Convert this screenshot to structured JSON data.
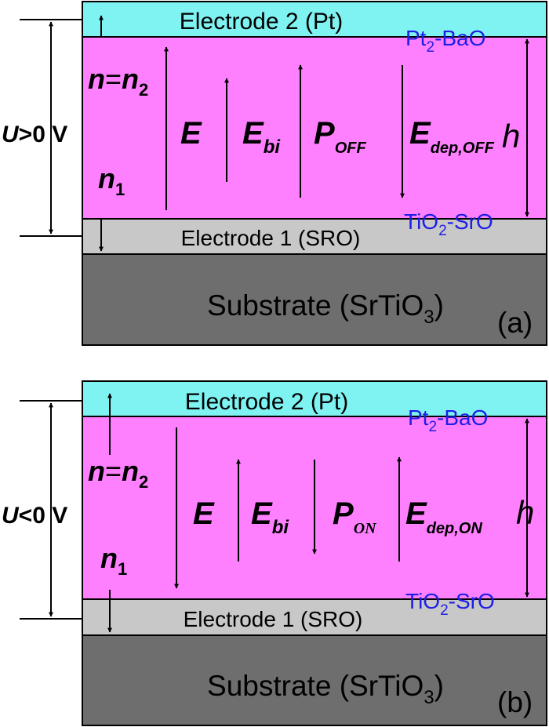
{
  "colors": {
    "electrode2": "#7ff2f2",
    "ferroelectric": "#ff80ff",
    "electrode1": "#c8c8c8",
    "substrate": "#6e6e6e",
    "interface_text": "#1e1ee6"
  },
  "panels": [
    {
      "electrode2": "Electrode 2 (Pt)",
      "electrode1": "Electrode 1 (SRO)",
      "substrate": {
        "main": "Substrate (SrTiO",
        "sub": "3",
        "close": ")"
      },
      "panel_label": "(a)",
      "top_interface": {
        "main": "Pt",
        "sub": "2",
        "rest": "-BaO"
      },
      "bottom_interface": {
        "main": "TiO",
        "sub": "2",
        "rest": "-SrO"
      },
      "voltage": {
        "var": "U",
        "rest": ">0 V"
      },
      "n2": {
        "a": "n",
        "eq": "=",
        "b": "n",
        "sub": "2"
      },
      "n1": {
        "a": "n",
        "sub": "1"
      },
      "E": "E",
      "Ebi": {
        "main": "E",
        "sub": "bi"
      },
      "P": {
        "main": "P",
        "sub": "OFF"
      },
      "Edep": {
        "main": "E",
        "sub": "dep,OFF"
      },
      "h": "h"
    },
    {
      "electrode2": "Electrode 2 (Pt)",
      "electrode1": "Electrode 1 (SRO)",
      "substrate": {
        "main": "Substrate (SrTiO",
        "sub": "3",
        "close": ")"
      },
      "panel_label": "(b)",
      "top_interface": {
        "main": "Pt",
        "sub": "2",
        "rest": "-BaO"
      },
      "bottom_interface": {
        "main": "TiO",
        "sub": "2",
        "rest": "-SrO"
      },
      "voltage": {
        "var": "U",
        "rest": "<0 V"
      },
      "n2": {
        "a": "n",
        "eq": "=",
        "b": "n",
        "sub": "2"
      },
      "n1": {
        "a": "n",
        "sub": "1"
      },
      "E": "E",
      "Ebi": {
        "main": "E",
        "sub": "bi"
      },
      "P": {
        "main": "P",
        "sub": "ON"
      },
      "Edep": {
        "main": "E",
        "sub": "dep,ON"
      },
      "h": "h"
    }
  ]
}
